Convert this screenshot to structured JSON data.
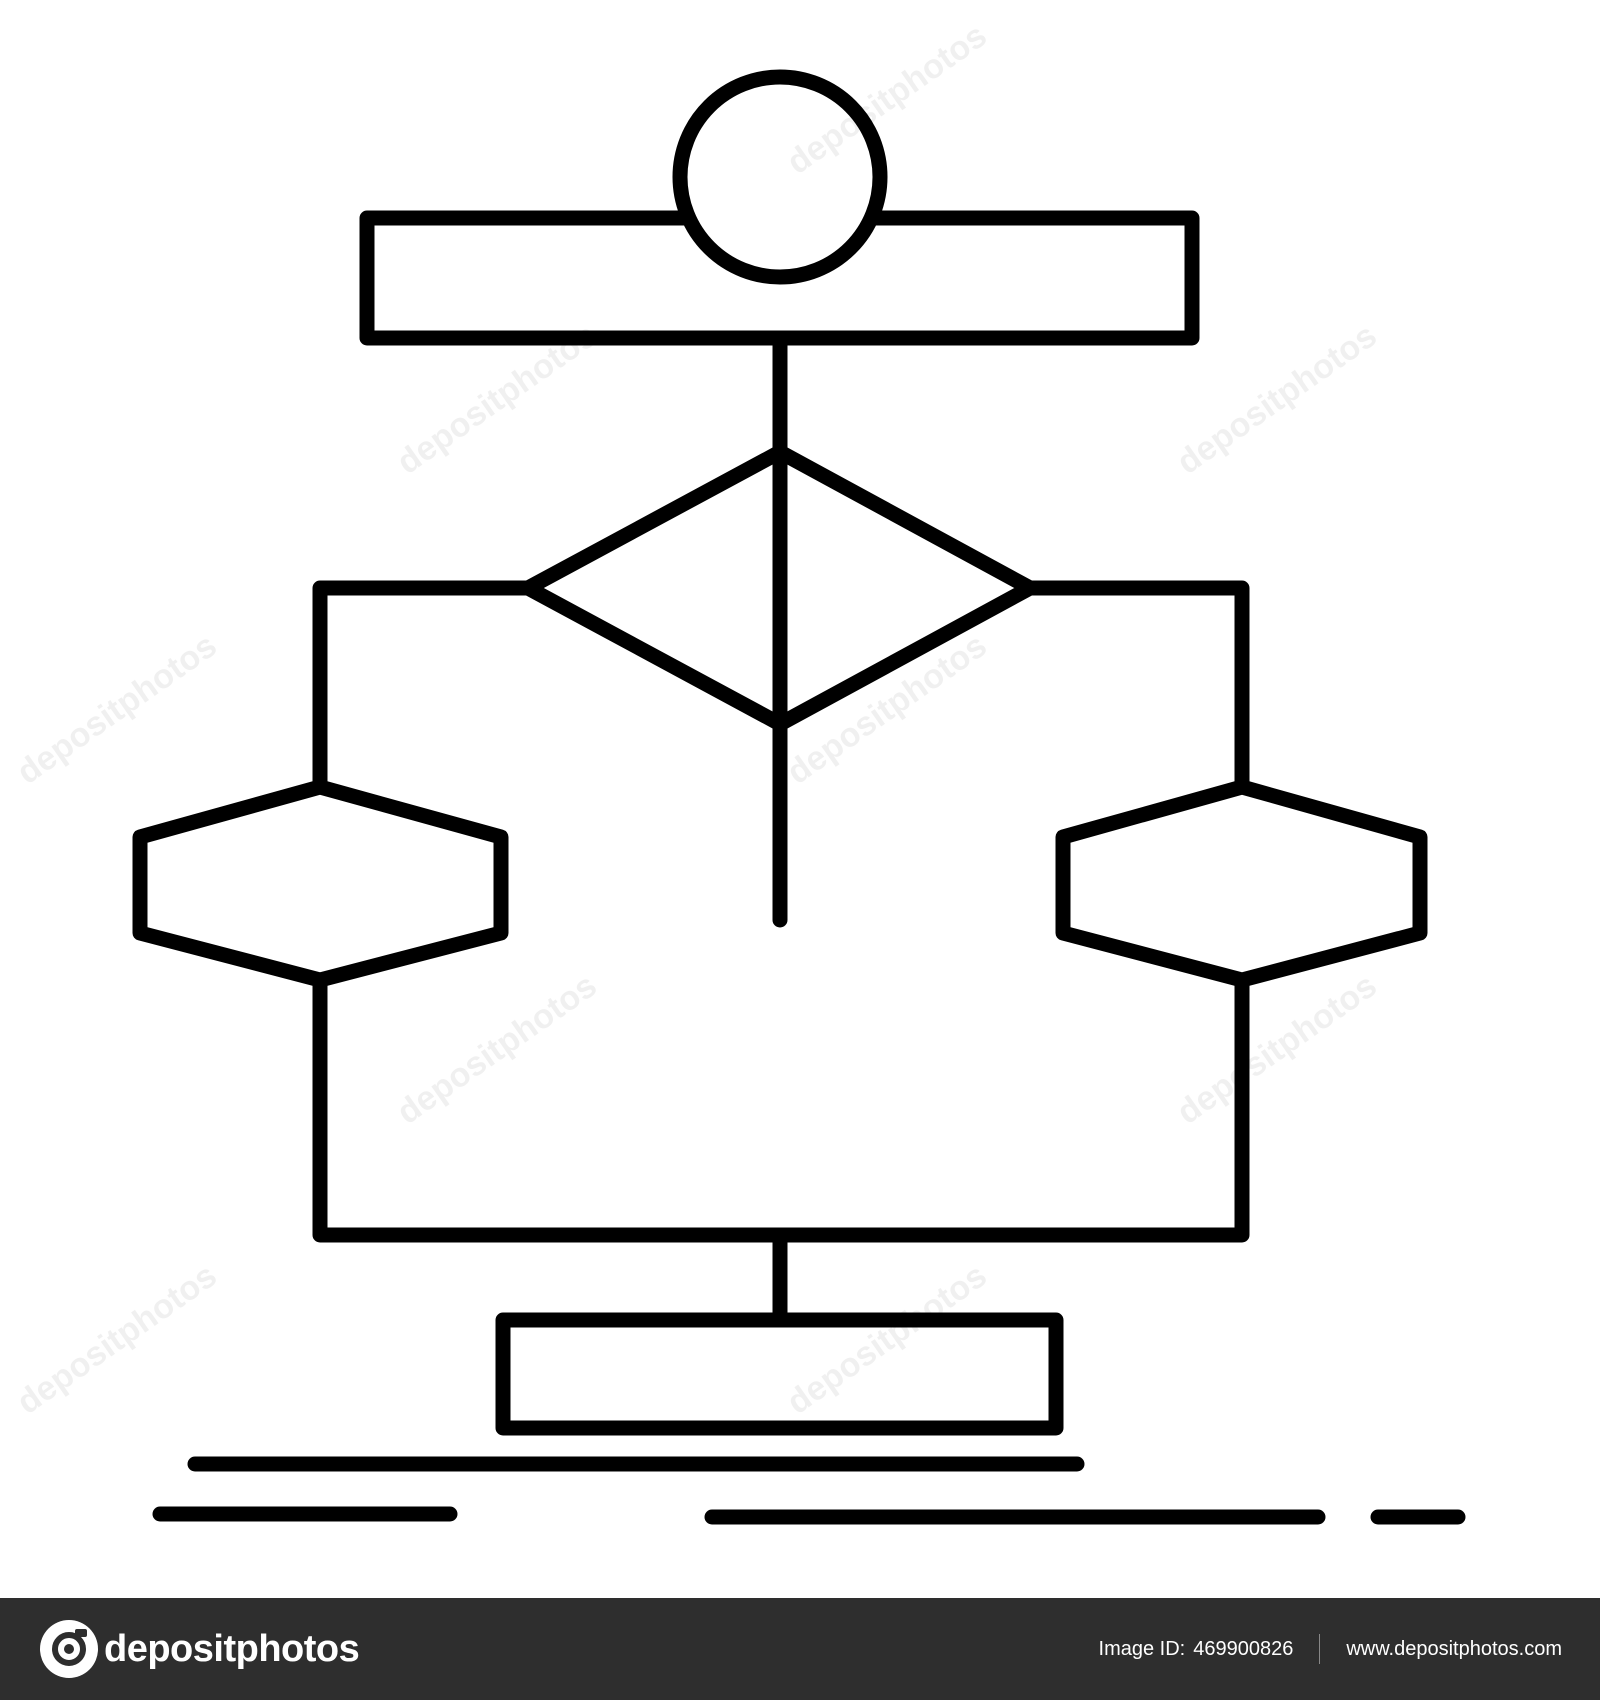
{
  "diagram": {
    "kind": "flowchart-line-icon",
    "stroke_color": "#000000",
    "fill_color": "#ffffff",
    "background": "#ffffff",
    "shapes": [
      "circle",
      "top-rectangle",
      "decision-diamond",
      "left-hexagon",
      "right-hexagon",
      "bottom-rectangle"
    ]
  },
  "watermark": {
    "text": "depositphotos"
  },
  "footer": {
    "brand": "depositphotos",
    "logo_icon": "camera-icon",
    "image_id_label": "Image ID:",
    "image_id": "469900826",
    "url": "www.depositphotos.com",
    "background": "#2e2e2e"
  }
}
